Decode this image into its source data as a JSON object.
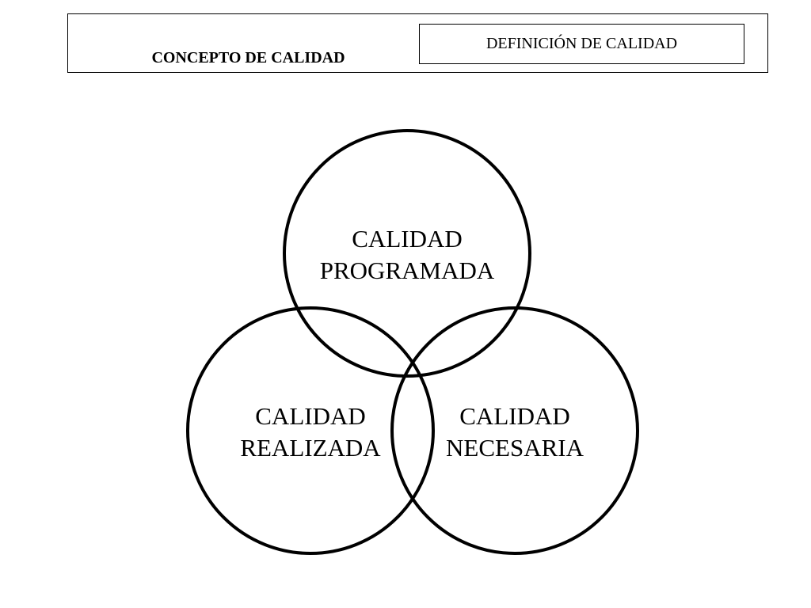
{
  "header": {
    "title": "CONCEPTO DE CALIDAD",
    "tab_label": "DEFINICIÓN DE CALIDAD"
  },
  "diagram": {
    "circles": [
      {
        "line1": "CALIDAD",
        "line2": "PROGRAMADA"
      },
      {
        "line1": "CALIDAD",
        "line2": "REALIZADA"
      },
      {
        "line1": "CALIDAD",
        "line2": "NECESARIA"
      }
    ]
  }
}
